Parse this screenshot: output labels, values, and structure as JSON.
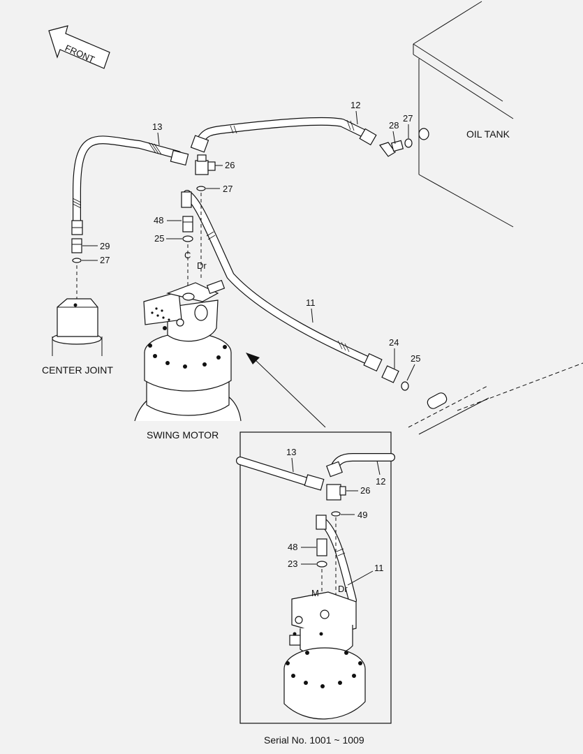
{
  "background": "#f2f2f2",
  "ink": "#111111",
  "front_arrow": "FRONT",
  "labels": {
    "oil_tank": "OIL TANK",
    "center_joint": "CENTER JOINT",
    "swing_motor": "SWING MOTOR",
    "port_c": "C",
    "port_dr": "Dr",
    "inset_port_m": "M",
    "inset_port_dr": "Dr"
  },
  "callouts": {
    "main": {
      "p13": "13",
      "p12": "12",
      "p28": "28",
      "p27a": "27",
      "p26": "26",
      "p27b": "27",
      "p48": "48",
      "p25a": "25",
      "p29": "29",
      "p27c": "27",
      "p11": "11",
      "p24": "24",
      "p25b": "25"
    },
    "inset": {
      "p13": "13",
      "p12": "12",
      "p26": "26",
      "p49": "49",
      "p48": "48",
      "p23": "23",
      "p11": "11"
    }
  },
  "footer": "Serial No. 1001 ~ 1009"
}
